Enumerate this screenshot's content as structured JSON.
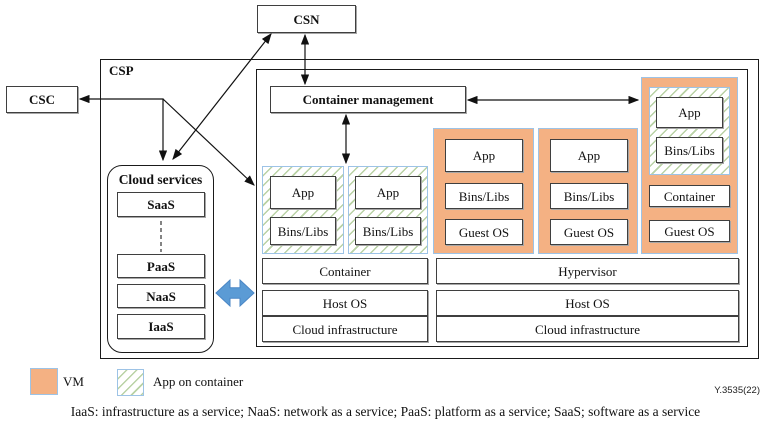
{
  "figure": {
    "code": "Y.3535(22)",
    "caption": "IaaS: infrastructure as a service; NaaS: network as a service; PaaS: platform as a service; SaaS; software as a service"
  },
  "nodes": {
    "csn": "CSN",
    "csc": "CSC",
    "csp": "CSP",
    "container_management": "Container management"
  },
  "cloud_services": {
    "title": "Cloud services",
    "saas": "SaaS",
    "paas": "PaaS",
    "naas": "NaaS",
    "iaas": "IaaS"
  },
  "container_stack": {
    "pods": [
      {
        "app": "App",
        "bins": "Bins/Libs"
      },
      {
        "app": "App",
        "bins": "Bins/Libs"
      }
    ],
    "container": "Container",
    "host_os": "Host OS",
    "infra": "Cloud infrastructure"
  },
  "vm_stack": {
    "vms": [
      {
        "app": "App",
        "bins": "Bins/Libs",
        "guest": "Guest OS"
      },
      {
        "app": "App",
        "bins": "Bins/Libs",
        "guest": "Guest OS"
      }
    ],
    "container_vm": {
      "app": "App",
      "bins": "Bins/Libs",
      "container": "Container",
      "guest": "Guest OS"
    },
    "hypervisor": "Hypervisor",
    "host_os": "Host OS",
    "infra": "Cloud infrastructure"
  },
  "legend": {
    "vm": "VM",
    "app_on_container": "App on container"
  },
  "colors": {
    "vm_fill": "#F4B183",
    "vm_border": "#9DC3E6",
    "hatch_line": "#B9D2A5",
    "arrow_blue": "#5B9BD5"
  }
}
